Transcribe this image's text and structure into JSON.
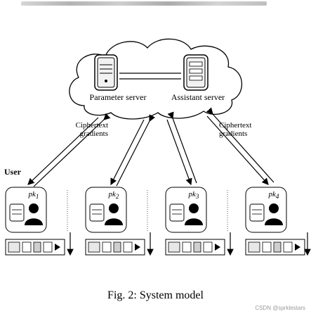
{
  "diagram": {
    "server_label": "Parameter server",
    "assistant_label": "Assistant server",
    "left_arrow_label": [
      "Ciphertext",
      "gradients"
    ],
    "right_arrow_label": [
      "Ciphertext",
      "gradients"
    ],
    "user_label": "User",
    "users": [
      {
        "key_base": "pk",
        "key_sub": "1"
      },
      {
        "key_base": "pk",
        "key_sub": "2"
      },
      {
        "key_base": "pk",
        "key_sub": "3"
      },
      {
        "key_base": "pk",
        "key_sub": "4"
      }
    ],
    "caption": "Fig. 2: System model",
    "watermark": "CSDN @sprklestars"
  },
  "icons": [
    "server-icon",
    "database-icon",
    "person-icon",
    "data-strip-icon"
  ]
}
